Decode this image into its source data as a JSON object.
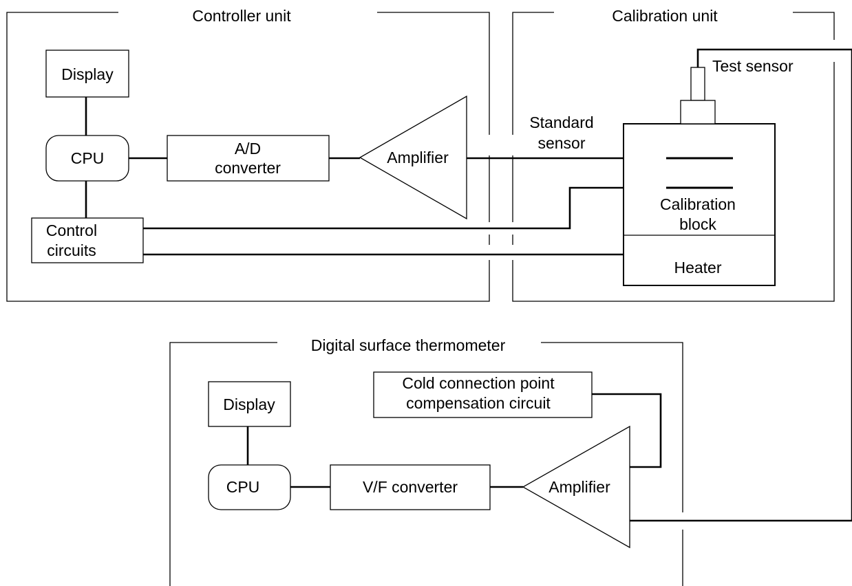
{
  "controller_unit": {
    "title": "Controller unit",
    "display": "Display",
    "cpu": "CPU",
    "ad_converter": [
      "A/D",
      "converter"
    ],
    "amplifier": "Amplifier",
    "control_circuits": [
      "Control",
      "circuits"
    ]
  },
  "calibration_unit": {
    "title": "Calibration unit",
    "test_sensor": "Test sensor",
    "standard_sensor": [
      "Standard",
      "sensor"
    ],
    "calibration_block": [
      "Calibration",
      "block"
    ],
    "heater": "Heater"
  },
  "digital_surface_thermometer": {
    "title": "Digital surface thermometer",
    "display": "Display",
    "cpu": "CPU",
    "vf_converter": "V/F converter",
    "amplifier": "Amplifier",
    "cold_junction": [
      "Cold connection point",
      "compensation circuit"
    ]
  }
}
